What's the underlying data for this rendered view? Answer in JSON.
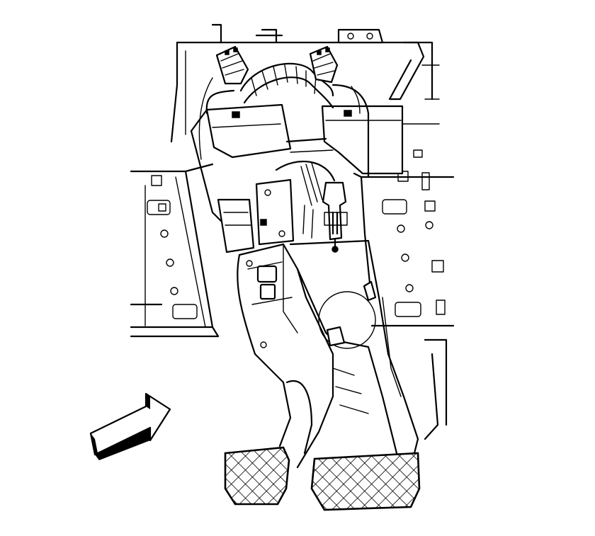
{
  "illustration": {
    "colors": {
      "line": "#000000",
      "background": "#ffffff"
    },
    "parts": [
      "floor-panel-left",
      "floor-panel-right",
      "pedal-bracket",
      "wiring-harness",
      "harness-connector-left",
      "harness-connector-right",
      "brake-pedal-position-sensor",
      "clutch-pedal-arm",
      "brake-pedal-arm",
      "clutch-pedal-pad",
      "brake-pedal-pad",
      "view-direction-arrow"
    ],
    "view_arrow_icon": "arrow-icon"
  }
}
